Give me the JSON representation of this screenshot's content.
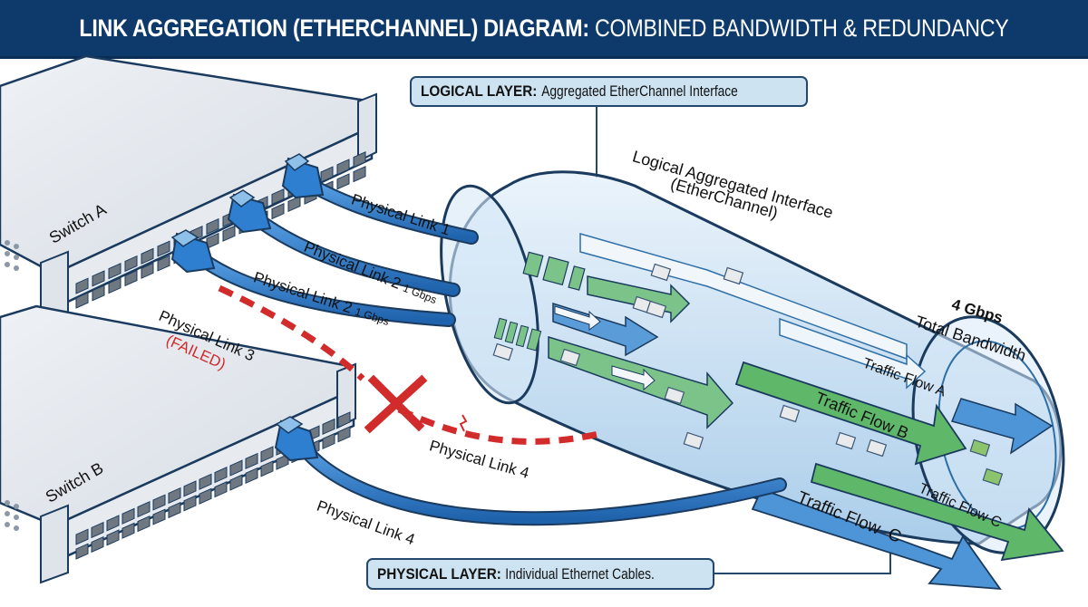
{
  "header": {
    "title_bold": "LINK AGGREGATION (ETHERCHANNEL) DIAGRAM:",
    "title_light": "COMBINED BANDWIDTH & REDUNDANCY"
  },
  "callouts": {
    "logical": {
      "bold": "LOGICAL LAYER:",
      "text": "Aggregated EtherChannel Interface"
    },
    "physical": {
      "bold": "PHYSICAL LAYER:",
      "text": "Individual Ethernet Cables."
    }
  },
  "switches": {
    "a": {
      "label": "Switch A"
    },
    "b": {
      "label": "Switch B"
    }
  },
  "links": {
    "link1": {
      "label": "Physical Link 1"
    },
    "link2a": {
      "label": "Physical Link 2",
      "speed": "1 Gbps"
    },
    "link2b": {
      "label": "Physical Link 2",
      "speed": "1 Gbps"
    },
    "link3": {
      "label": "Physical Link 3",
      "status": "(FAILED)"
    },
    "link4_failed": {
      "label": "Physical Link 4"
    },
    "link4": {
      "label": "Physical Link 4"
    }
  },
  "tunnel": {
    "label_line1": "Logical Aggregated Interface",
    "label_line2": "(EtherChannel)"
  },
  "bandwidth": {
    "value": "4 Gbps",
    "label": "Total Bandwidth"
  },
  "flows": {
    "a": "Traffic Flow A",
    "b": "Traffic Flow B",
    "c_green": "Traffic Flow C",
    "c_blue_1": "Traffic Flow",
    "c_blue_2": "C"
  },
  "colors": {
    "header_bg": "#0d3a6b",
    "cable_blue": "#2f7fd1",
    "failed_red": "#d22b2b",
    "flow_green": "#5fb86a",
    "flow_blue": "#4d95d6",
    "callout_bg": "#cde3f2"
  }
}
